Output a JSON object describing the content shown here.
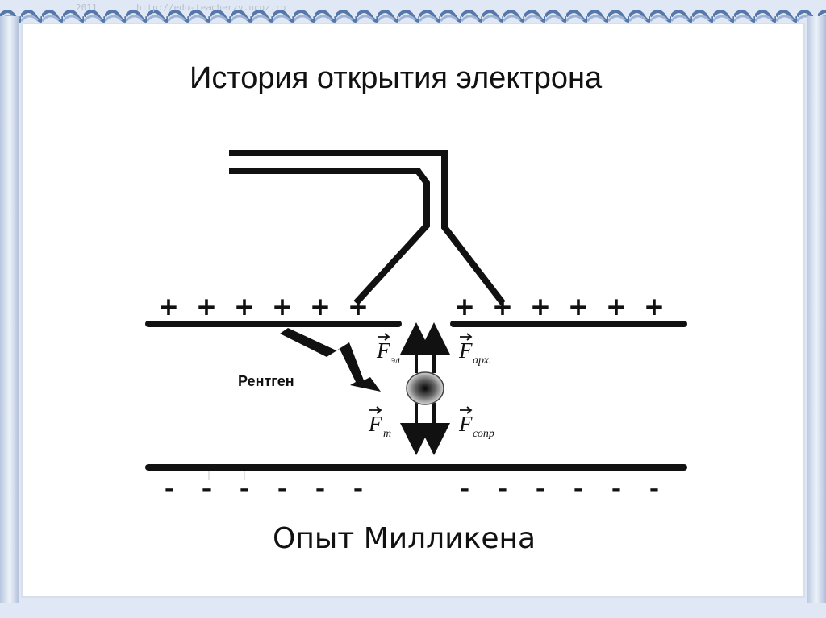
{
  "slide": {
    "year": "2011",
    "url": "http://edu-teacherzv.ucoz.ru",
    "title": "История открытия электрона",
    "caption": "Опыт Милликена"
  },
  "diagram": {
    "xray_label": "Рентген",
    "positive_charge_symbol": "+",
    "negative_charge_symbol": "-",
    "forces": {
      "electric": {
        "symbol": "F",
        "subscript": "эл"
      },
      "archimedes": {
        "symbol": "F",
        "subscript": "арх."
      },
      "gravity": {
        "symbol": "F",
        "subscript": "т"
      },
      "drag": {
        "symbol": "F",
        "subscript": "сопр"
      }
    }
  },
  "colors": {
    "frame": "#dfe8f4",
    "ink": "#111111",
    "ornament": "#5677a9"
  }
}
